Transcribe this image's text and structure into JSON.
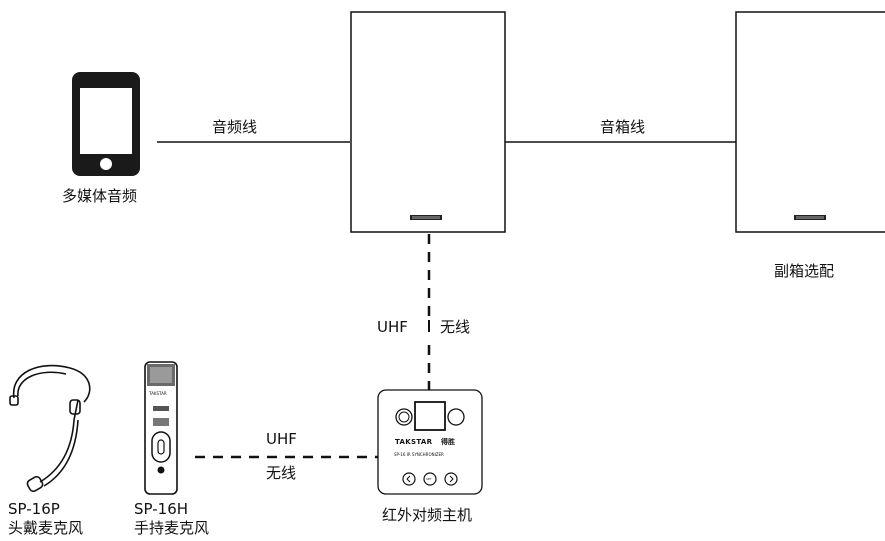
{
  "labels": {
    "media": "多媒体音频",
    "audio_cable": "音频线",
    "speaker_cable": "音箱线",
    "secondary_speaker": "副箱选配",
    "uhf_vertical": "UHF",
    "wireless_vertical": "无线",
    "uhf_horizontal": "UHF",
    "wireless_horizontal": "无线",
    "host_unit": "红外对频主机",
    "headset_model": "SP-16P",
    "headset_name": "头戴麦克风",
    "handheld_model": "SP-16H",
    "handheld_name": "手持麦克风"
  },
  "device_text": {
    "brand": "TAKSTAR",
    "brand_cn": "得胜",
    "model_line": "SP-16 IR SYNCHRONIZER",
    "set_button": "SET",
    "mic_brand": "TAKSTAR"
  }
}
